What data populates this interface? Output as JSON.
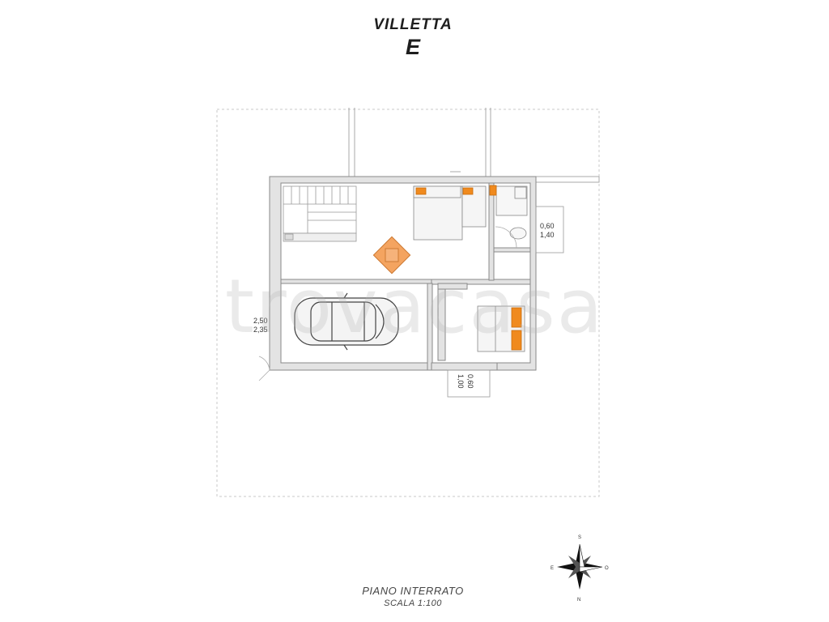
{
  "header": {
    "title": "VILLETTA",
    "subtitle": "E"
  },
  "annotations": {
    "window_left_1": "2,50",
    "window_left_2": "2,35",
    "window_right_1": "0,60",
    "window_right_2": "1,40",
    "window_bottom_1": "0,60",
    "window_bottom_2": "1,00"
  },
  "footer": {
    "floor": "PIANO INTERRATO",
    "scale": "SCALA 1:100"
  },
  "compass": {
    "n": "N",
    "s": "S",
    "e": "E",
    "o": "O"
  },
  "watermark": {
    "text": "trovacasa"
  },
  "colors": {
    "wall": "#e3e3e3",
    "wall_stroke": "#8a8a8a",
    "furniture_accent": "#f08a1e",
    "table": "#f4a460"
  }
}
